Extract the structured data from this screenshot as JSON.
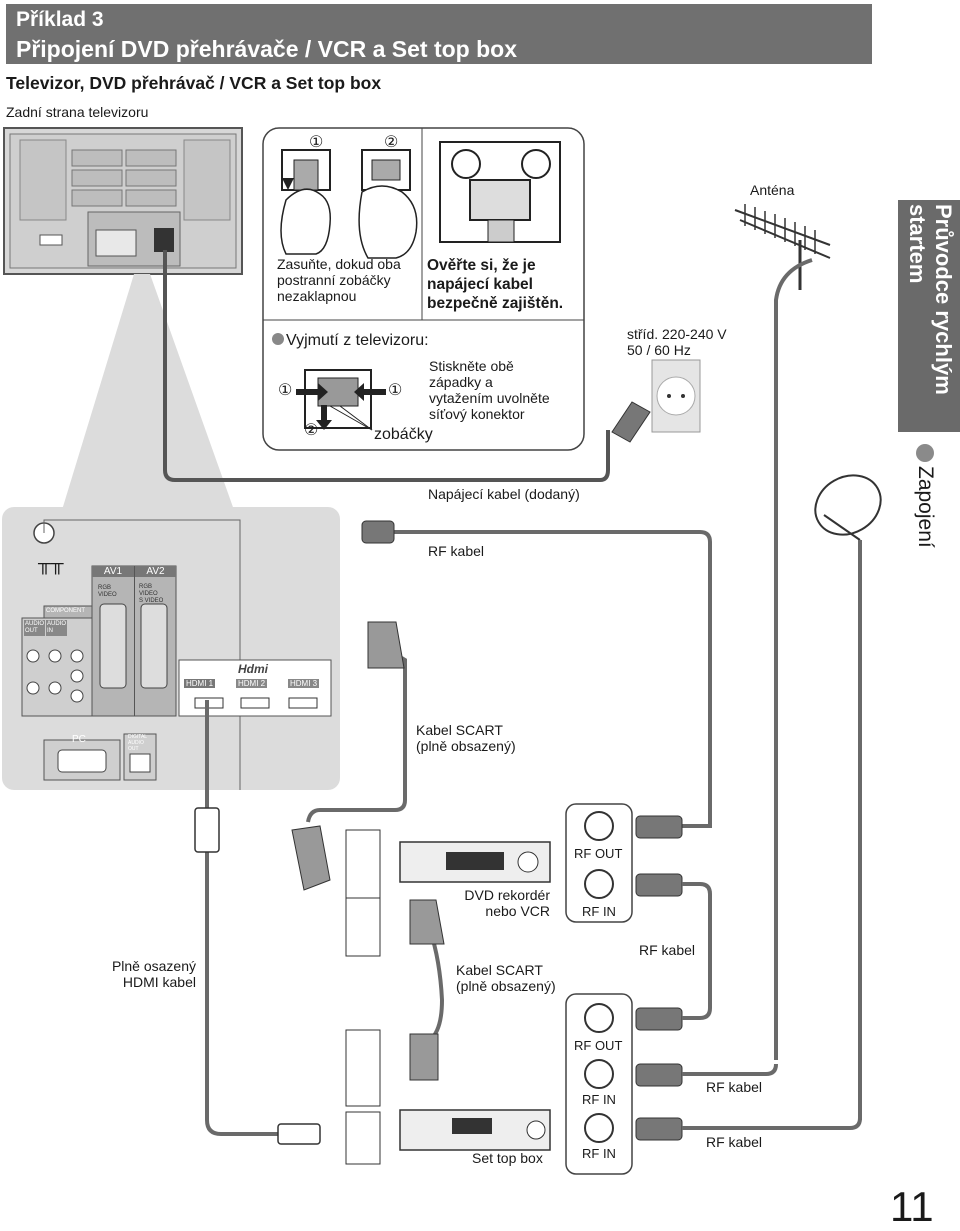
{
  "header": {
    "line1": "Příklad 3",
    "line2": "Připojení DVD přehrávače / VCR a Set top box"
  },
  "subtitle": "Televizor, DVD přehrávač / VCR a Set top box",
  "tv_caption": "Zadní strana televizoru",
  "inset": {
    "step1": "①",
    "step2": "②",
    "latch_text": [
      "Zasuňte, dokud oba",
      "postranní zobáčky",
      "nezaklapnou"
    ],
    "check_text": [
      "Ověřte si, že je",
      "napájecí kabel",
      "bezpečně zajištěn."
    ],
    "remove_title": "Vyjmutí z televizoru:",
    "remove_text": [
      "Stiskněte obě",
      "západky a",
      "vytažením uvolněte",
      "síťový konektor"
    ],
    "hooks_label": "zobáčky",
    "num_left": "①",
    "num_right": "①",
    "num_bottom": "②"
  },
  "antenna_label": "Anténa",
  "mains": [
    "stříd. 220-240 V",
    "50 / 60 Hz"
  ],
  "power_cable_label": "Napájecí kabel (dodaný)",
  "rf_cable_top": "RF kabel",
  "scart_cable_1": [
    "Kabel SCART",
    "(plně obsazený)"
  ],
  "scart_cable_2": [
    "Kabel SCART",
    "(plně obsazený)"
  ],
  "hdmi_cable": [
    "Plně osazený",
    "HDMI kabel"
  ],
  "dvd_label": [
    "DVD rekordér",
    "nebo VCR"
  ],
  "stb_label": "Set top box",
  "rf_labels": {
    "dvd_out": "RF OUT",
    "dvd_in": "RF IN",
    "stb_out": "RF OUT",
    "stb_in1": "RF IN",
    "stb_in2": "RF IN"
  },
  "rf_cable_mid": "RF kabel",
  "rf_cable_low1": "RF kabel",
  "rf_cable_low2": "RF kabel",
  "panel": {
    "av1": "AV1",
    "av2": "AV2",
    "component": "COMPONENT",
    "audio_out": [
      "AUDIO",
      "OUT"
    ],
    "audio_in": [
      "AUDIO",
      "IN"
    ],
    "rgb_video_1": [
      "RGB",
      "VIDEO"
    ],
    "rgb_video_2": [
      "RGB",
      "VIDEO",
      "S VIDEO"
    ],
    "hdmi_logo": "Hdmi",
    "hdmi1": "HDMI 1",
    "hdmi2": "HDMI 2",
    "hdmi3": "HDMI 3",
    "pc": "PC",
    "digital": [
      "DIGITAL",
      "AUDIO",
      "OUT"
    ]
  },
  "sidebar": [
    "Průvodce rychlým",
    "startem"
  ],
  "sidebar_section": "Zapojení",
  "page_number": "11"
}
